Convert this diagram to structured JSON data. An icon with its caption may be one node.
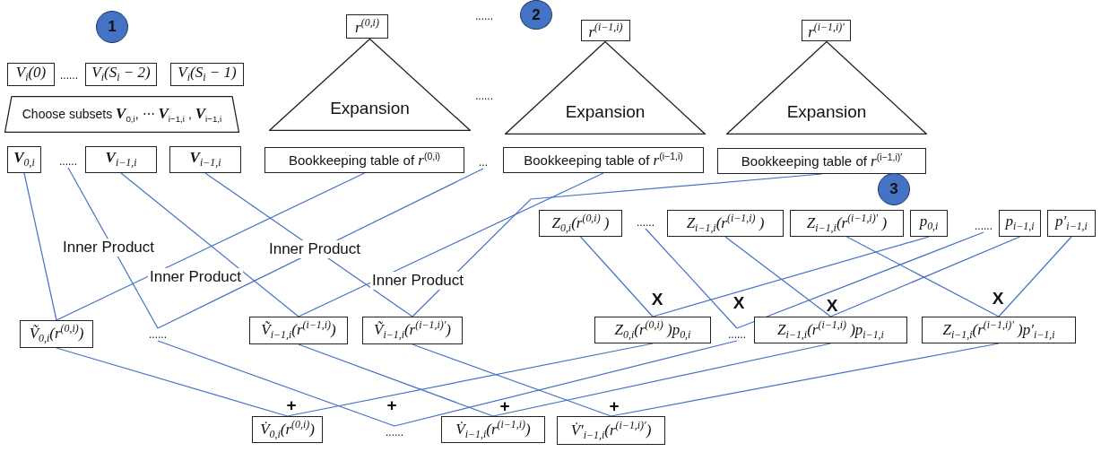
{
  "diagram": {
    "nodes": [
      {
        "text": [
          "1"
        ]
      },
      {
        "text": [
          "r$^{(0,i)}$"
        ]
      },
      {
        "text": [
          "2"
        ]
      },
      {
        "text": [
          "r$^{(i−1,i)}$"
        ]
      },
      {
        "text": [
          "r$^{(i−1,i)′}$"
        ]
      },
      {
        "text": [
          "V$_{i}$(0)"
        ]
      },
      {
        "text": [
          "V$_{i}$(S$_{i}$ − 2)"
        ]
      },
      {
        "text": [
          "V$_{i}$(S$_{i}$ − 1)"
        ]
      },
      {
        "text": [
          "Expansion"
        ]
      },
      {
        "text": [
          "Expansion"
        ]
      },
      {
        "text": [
          "Expansion"
        ]
      },
      {
        "text": [
          "Choose subsets **V**$_{0,i}$, ⋯ **V**$_{i−1,i}$ , **V**$_{i−1,i}$"
        ]
      },
      {
        "text": [
          "**V**$_{0,i}$"
        ]
      },
      {
        "text": [
          "......"
        ]
      },
      {
        "text": [
          "**V**$_{i−1,i}$"
        ]
      },
      {
        "text": [
          "**V**$_{i−1,i}$"
        ]
      },
      {
        "text": [
          "Bookkeeping table of *r*$^{(0,i)}$"
        ]
      },
      {
        "text": [
          "..."
        ]
      },
      {
        "text": [
          "Bookkeeping table of *r*$^{(i−1,i)}$"
        ]
      },
      {
        "text": [
          "Bookkeeping table of *r*$^{(i−1,i)′}$"
        ]
      },
      {
        "text": [
          "3"
        ]
      },
      {
        "text": [
          "Z$_{0,i}$(r$^{(0,i)}$ )"
        ]
      },
      {
        "text": [
          "......"
        ]
      },
      {
        "text": [
          "Z$_{i−1,i}$(r$^{(i−1,i)}$ )"
        ]
      },
      {
        "text": [
          "Z$_{i−1,i}$(r$^{(i−1,i)′}$ )"
        ]
      },
      {
        "text": [
          "p$_{0,i}$"
        ]
      },
      {
        "text": [
          "......"
        ]
      },
      {
        "text": [
          "p$_{i−1,i}$"
        ]
      },
      {
        "text": [
          "p′$_{i−1,i}$"
        ]
      },
      {
        "text": [
          "Ṽ$_{0,i}$(r$^{(0,i)}$)"
        ]
      },
      {
        "text": [
          "......"
        ]
      },
      {
        "text": [
          "Ṽ$_{i−1,i}$(r$^{(i−1,i)}$)"
        ]
      },
      {
        "text": [
          "Ṽ$_{i−1,i}$(r$^{(i−1,i)′}$)"
        ]
      },
      {
        "text": [
          "Z$_{0,i}$(r$^{(0,i)}$ )p$_{0,i}$"
        ]
      },
      {
        "text": [
          "......"
        ]
      },
      {
        "text": [
          "Z$_{i−1,i}$(r$^{(i−1,i)}$ )p$_{i−1,i}$"
        ]
      },
      {
        "text": [
          "Z$_{i−1,i}$(r$^{(i−1,i)′}$ )p′$_{i−1,i}$"
        ]
      },
      {
        "text": [
          "V̇$_{0,i}$(r$^{(0,i)}$)"
        ]
      },
      {
        "text": [
          "......"
        ]
      },
      {
        "text": [
          "V̇$_{i−1,i}$(r$^{(i−1,i)}$)"
        ]
      },
      {
        "text": [
          "V̇′$_{i−1,i}$(r$^{(i−1,i)′}$)"
        ]
      }
    ],
    "edges": [
      {
        "from": 12,
        "to": 29,
        "arrow": "none"
      },
      {
        "from": 13,
        "to": 30,
        "arrow": "none"
      },
      {
        "from": 14,
        "to": 31,
        "arrow": "none"
      },
      {
        "from": 15,
        "to": 32,
        "arrow": "none"
      },
      {
        "from": 16,
        "to": 29,
        "arrow": "none"
      },
      {
        "from": 17,
        "to": 30,
        "arrow": "none"
      },
      {
        "from": 18,
        "to": 31,
        "arrow": "none"
      },
      {
        "from": 19,
        "to": 32,
        "arrow": "none"
      },
      {
        "from": 21,
        "to": 33,
        "arrow": "none"
      },
      {
        "from": 22,
        "to": 34,
        "arrow": "none"
      },
      {
        "from": 23,
        "to": 35,
        "arrow": "none"
      },
      {
        "from": 24,
        "to": 36,
        "arrow": "none"
      },
      {
        "from": 25,
        "to": 33,
        "arrow": "none"
      },
      {
        "from": 26,
        "to": 34,
        "arrow": "none"
      },
      {
        "from": 27,
        "to": 35,
        "arrow": "none"
      },
      {
        "from": 28,
        "to": 36,
        "arrow": "none"
      },
      {
        "from": 29,
        "to": 37,
        "arrow": "none"
      },
      {
        "from": 30,
        "to": 38,
        "arrow": "none"
      },
      {
        "from": 31,
        "to": 39,
        "arrow": "none"
      },
      {
        "from": 32,
        "to": 40,
        "arrow": "none"
      },
      {
        "from": 33,
        "to": 37,
        "arrow": "none"
      },
      {
        "from": 34,
        "to": 38,
        "arrow": "none"
      },
      {
        "from": 35,
        "to": 39,
        "arrow": "none"
      },
      {
        "from": 36,
        "to": 40,
        "arrow": "none"
      }
    ],
    "labels": [
      "......",
      "......",
      "......",
      "Inner Product",
      "Inner Product",
      "Inner Product",
      "Inner Product",
      "X",
      "X",
      "X",
      "X",
      "+",
      "+",
      "+",
      "+"
    ]
  }
}
